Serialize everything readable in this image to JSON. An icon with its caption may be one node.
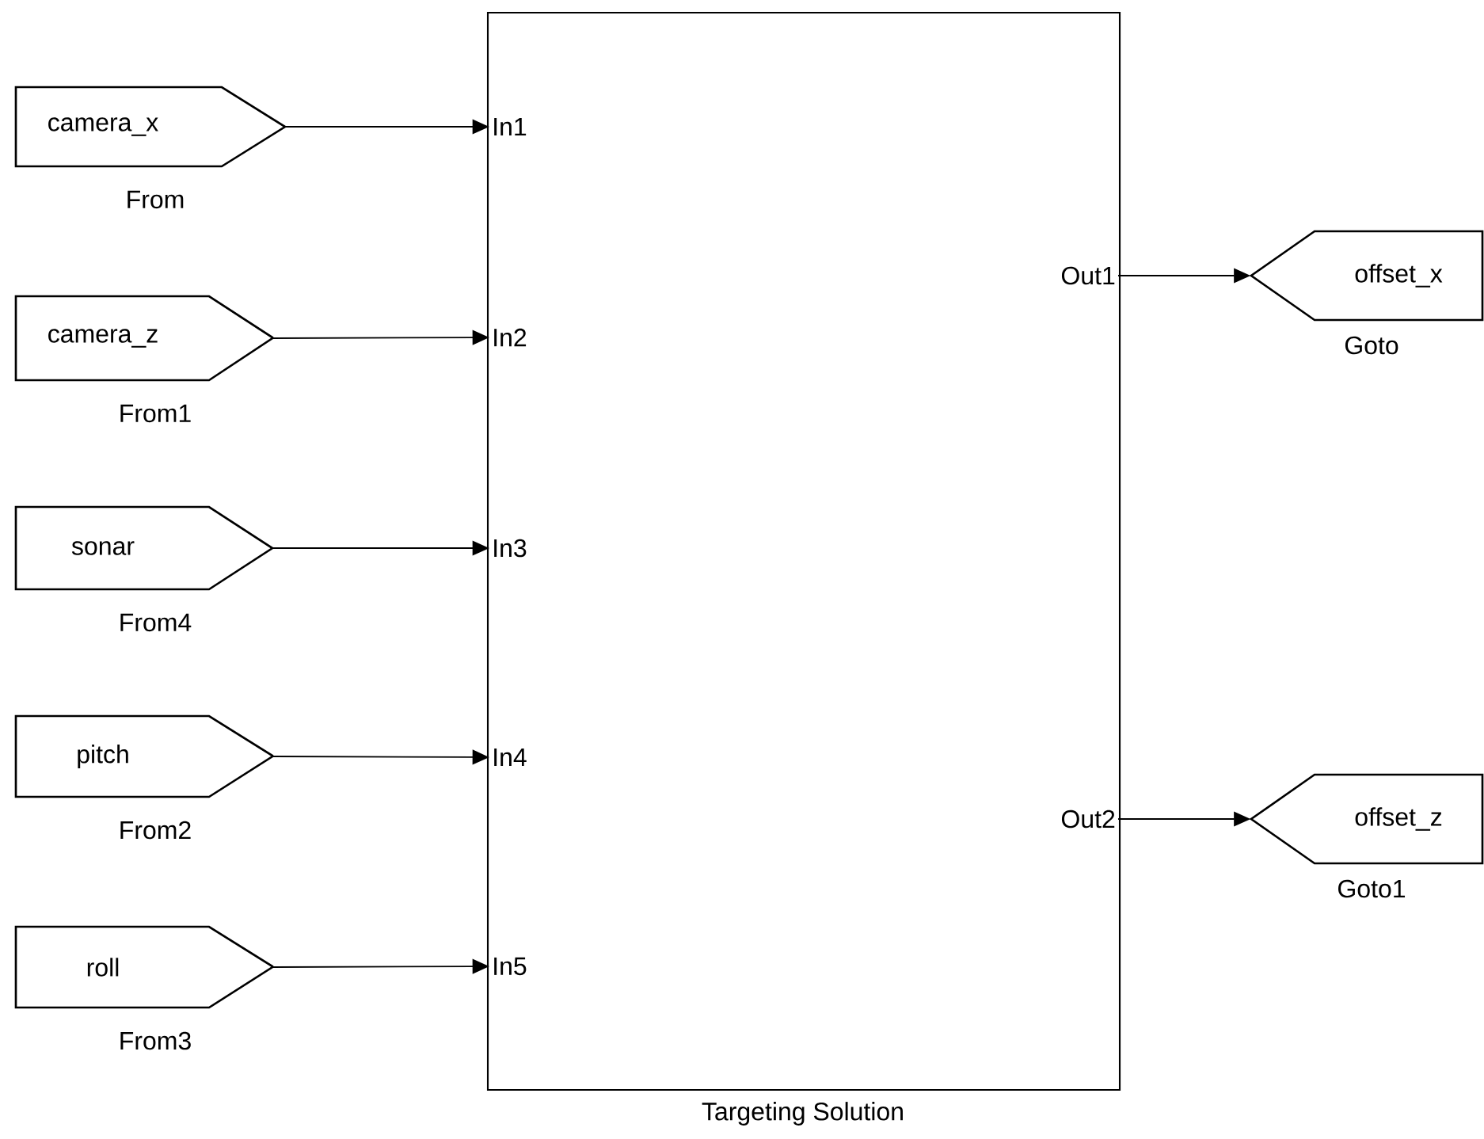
{
  "diagram": {
    "nodes": [
      {
        "text": [
          "camera_x"
        ],
        "beside": [
          "From"
        ]
      },
      {
        "text": [
          "camera_z"
        ],
        "beside": [
          "From1"
        ]
      },
      {
        "text": [
          "sonar"
        ],
        "beside": [
          "From4"
        ]
      },
      {
        "text": [
          "pitch"
        ],
        "beside": [
          "From2"
        ]
      },
      {
        "text": [
          "roll"
        ],
        "beside": [
          "From3"
        ]
      },
      {
        "text": [],
        "shape": "box",
        "beside": [
          "Targeting Solution"
        ]
      },
      {
        "text": [
          "In1"
        ],
        "in": 5
      },
      {
        "text": [
          "In2"
        ],
        "in": 5
      },
      {
        "text": [
          "In3"
        ],
        "in": 5
      },
      {
        "text": [
          "In4"
        ],
        "in": 5
      },
      {
        "text": [
          "In5"
        ],
        "in": 5
      },
      {
        "text": [
          "Out1"
        ],
        "in": 5
      },
      {
        "text": [
          "Out2"
        ],
        "in": 5
      },
      {
        "text": [
          "offset_x"
        ],
        "beside": [
          "Goto"
        ]
      },
      {
        "text": [
          "offset_z"
        ],
        "beside": [
          "Goto1"
        ]
      }
    ],
    "edges": [
      {
        "from": 0,
        "to": 6,
        "arrow": "to"
      },
      {
        "from": 1,
        "to": 7,
        "arrow": "to"
      },
      {
        "from": 2,
        "to": 8,
        "arrow": "to"
      },
      {
        "from": 3,
        "to": 9,
        "arrow": "to"
      },
      {
        "from": 4,
        "to": 10,
        "arrow": "to"
      },
      {
        "from": 11,
        "to": 13,
        "arrow": "to"
      },
      {
        "from": 12,
        "to": 14,
        "arrow": "to"
      }
    ]
  }
}
